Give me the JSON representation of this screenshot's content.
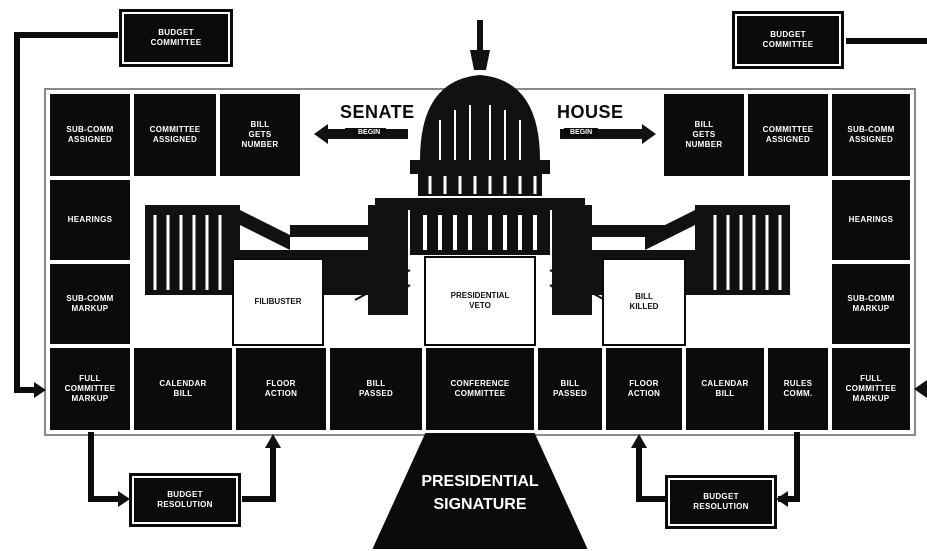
{
  "top": {
    "budget_left": "BUDGET\nCOMMITTEE",
    "budget_right": "BUDGET\nCOMMITTEE",
    "senate_title": "SENATE",
    "senate_tag": "BEGIN",
    "house_title": "HOUSE",
    "house_tag": "BEGIN"
  },
  "senate": {
    "sub_comm_assigned": "SUB-COMM\nASSIGNED",
    "committee_assigned": "COMMITTEE\nASSIGNED",
    "bill_gets_number": "BILL\nGETS\nNUMBER",
    "hearings": "HEARINGS",
    "sub_comm_markup": "SUB-COMM\nMARKUP",
    "full_committee_markup": "FULL\nCOMMITTEE\nMARKUP",
    "calendar_bill": "CALENDAR\nBILL",
    "floor_action": "FLOOR\nACTION",
    "bill_passed": "BILL\nPASSED",
    "filibuster": "FILIBUSTER"
  },
  "center": {
    "presidential_veto": "PRESIDENTIAL\nVETO",
    "conference_committee": "CONFERENCE\nCOMMITTEE",
    "presidential_signature": "PRESIDENTIAL\nSIGNATURE"
  },
  "house": {
    "bill_gets_number": "BILL\nGETS\nNUMBER",
    "committee_assigned": "COMMITTEE\nASSIGNED",
    "sub_comm_assigned": "SUB-COMM\nASSIGNED",
    "hearings": "HEARINGS",
    "sub_comm_markup": "SUB-COMM\nMARKUP",
    "full_committee_markup": "FULL\nCOMMITTEE\nMARKUP",
    "rules_comm": "RULES\nCOMM.",
    "calendar_bill": "CALENDAR\nBILL",
    "floor_action": "FLOOR\nACTION",
    "bill_passed": "BILL\nPASSED",
    "bill_killed": "BILL\nKILLED"
  },
  "bottom": {
    "budget_resolution_left": "BUDGET\nRESOLUTION",
    "budget_resolution_right": "BUDGET\nRESOLUTION"
  }
}
